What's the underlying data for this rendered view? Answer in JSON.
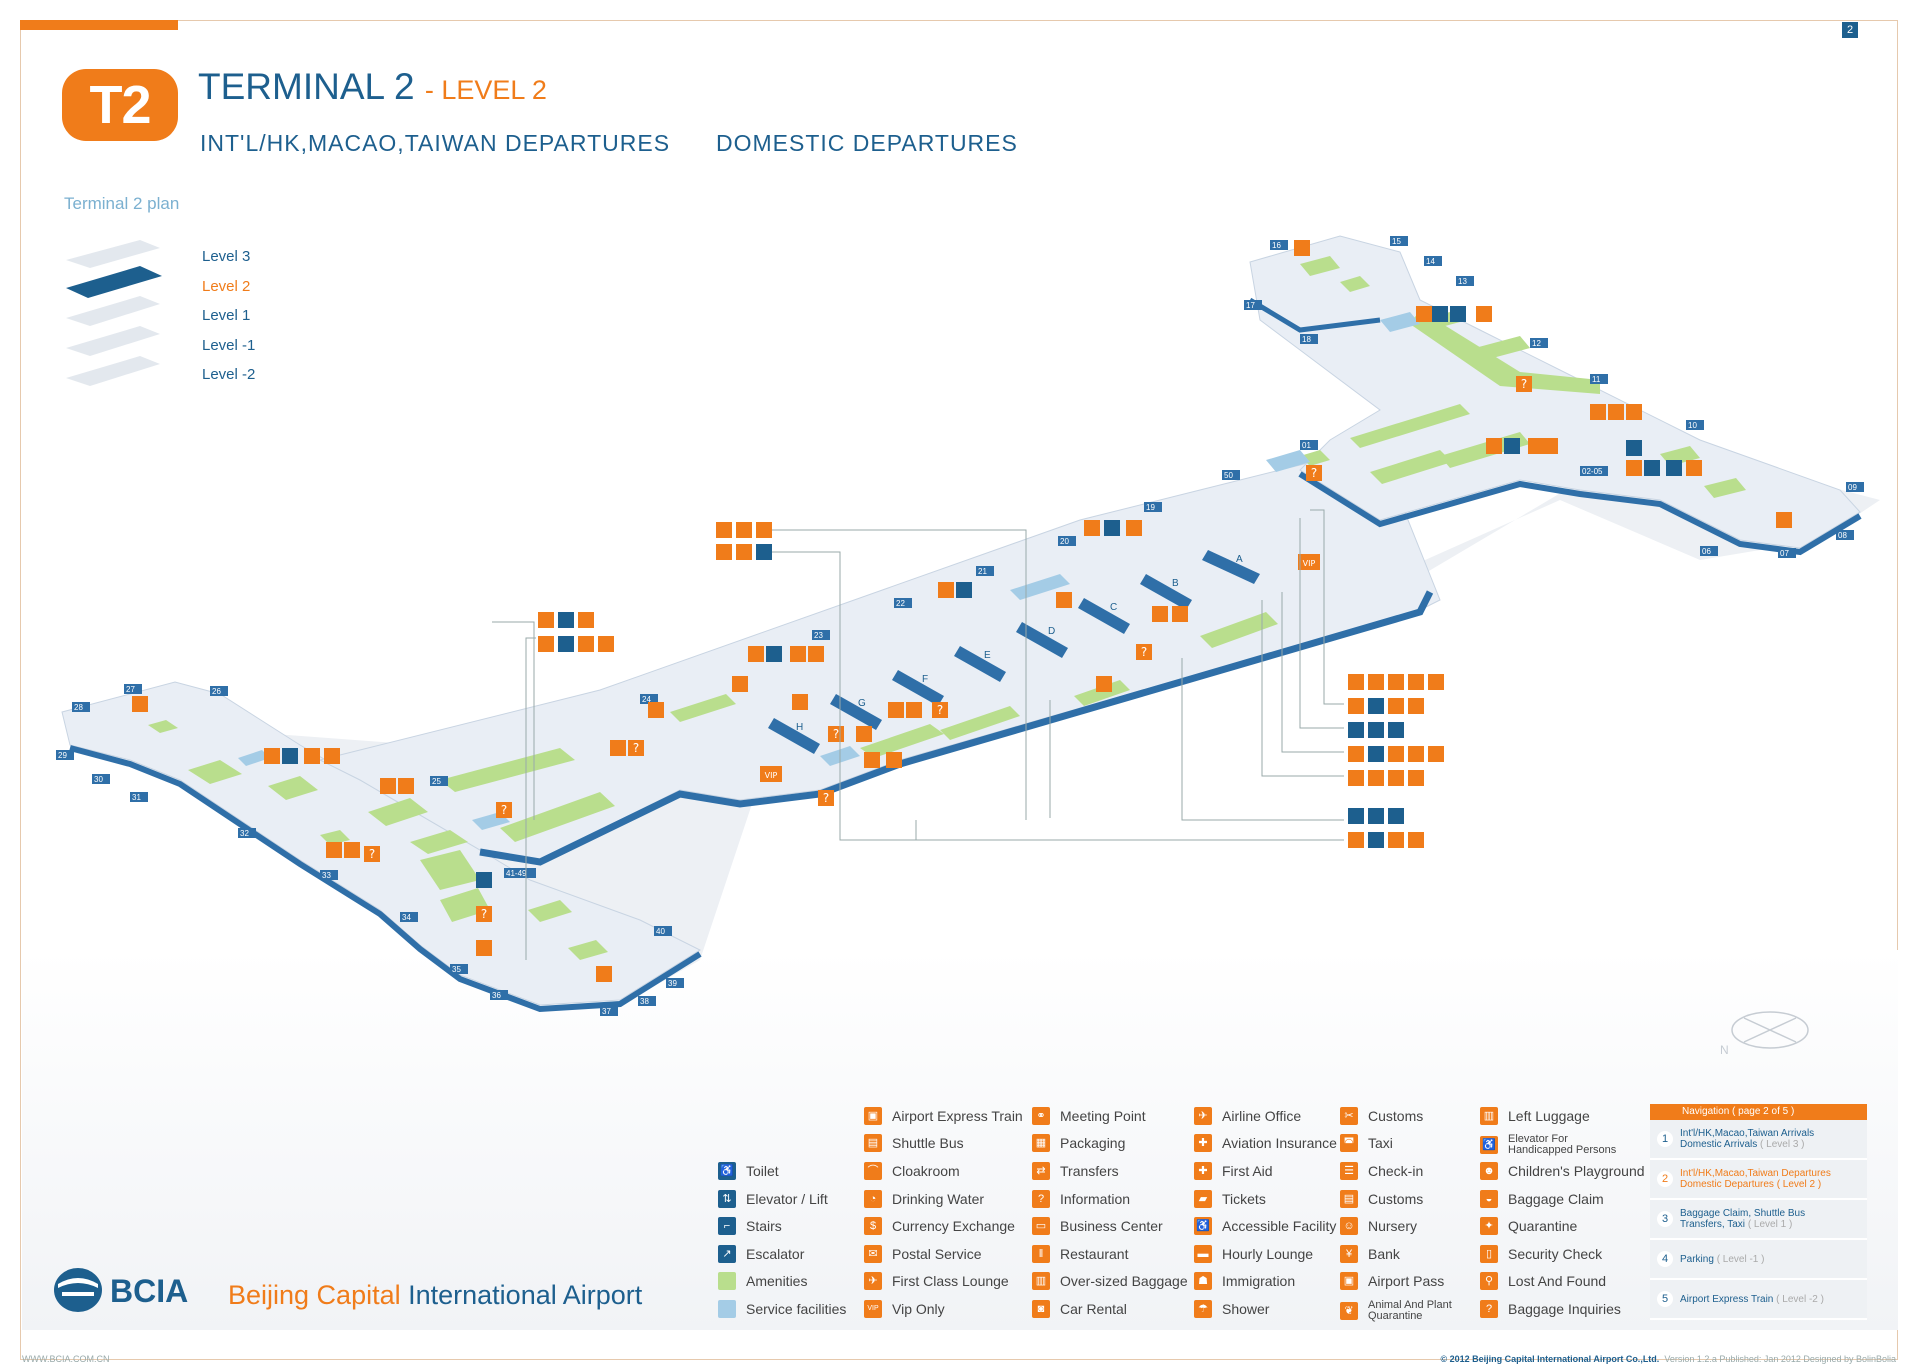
{
  "header": {
    "page_number": "2",
    "badge": "T2",
    "title": "TERMINAL 2",
    "level_suffix": "- LEVEL 2",
    "subtitle_left": "INT'L/HK,MACAO,TAIWAN DEPARTURES",
    "subtitle_right": "DOMESTIC DEPARTURES"
  },
  "plan": {
    "title": "Terminal 2 plan",
    "levels": [
      "Level 3",
      "Level 2",
      "Level 1",
      "Level -1",
      "Level -2"
    ],
    "active_level_index": 1
  },
  "map": {
    "gates": [
      "16",
      "15",
      "14",
      "13",
      "12",
      "11",
      "17",
      "18",
      "10",
      "09",
      "08",
      "07",
      "06",
      "02-05",
      "01",
      "50",
      "19",
      "20",
      "21",
      "22",
      "23",
      "24",
      "25",
      "26",
      "27",
      "28",
      "29",
      "30",
      "31",
      "32",
      "33",
      "34",
      "35",
      "36",
      "37",
      "38",
      "39",
      "40",
      "41-49"
    ],
    "checkin_counters": [
      "A",
      "B",
      "C",
      "D",
      "E",
      "F",
      "G",
      "H"
    ],
    "vip_label": "VIP",
    "info_glyph": "?",
    "compass_label": "N",
    "colors": {
      "floor": "#eef1f6",
      "edge": "#2f6fa8",
      "edge_dark": "#1e4f7d",
      "amenity": "#b9de8d",
      "service": "#a4cce6",
      "icon_orange": "#f07c1a",
      "icon_blue": "#1d5f8e"
    }
  },
  "legend": {
    "col0": [
      {
        "icon": "toilet-icon",
        "label": "Toilet",
        "style": "b"
      },
      {
        "icon": "elevator-icon",
        "label": "Elevator / Lift",
        "style": "b"
      },
      {
        "icon": "stairs-icon",
        "label": "Stairs",
        "style": "b"
      },
      {
        "icon": "escalator-icon",
        "label": "Escalator",
        "style": "b"
      },
      {
        "icon": "amenities-swatch",
        "label": "Amenities",
        "style": "g"
      },
      {
        "icon": "service-swatch",
        "label": "Service facilities",
        "style": "s"
      }
    ],
    "col1": [
      {
        "icon": "train-icon",
        "label": "Airport Express Train"
      },
      {
        "icon": "bus-icon",
        "label": "Shuttle Bus"
      },
      {
        "icon": "cloakroom-icon",
        "label": "Cloakroom"
      },
      {
        "icon": "water-icon",
        "label": "Drinking Water"
      },
      {
        "icon": "currency-icon",
        "label": "Currency Exchange"
      },
      {
        "icon": "mail-icon",
        "label": "Postal Service"
      },
      {
        "icon": "lounge-icon",
        "label": "First Class Lounge"
      },
      {
        "icon": "vip-icon",
        "label": "Vip Only"
      }
    ],
    "col2": [
      {
        "icon": "meeting-icon",
        "label": "Meeting Point"
      },
      {
        "icon": "packaging-icon",
        "label": "Packaging"
      },
      {
        "icon": "transfer-icon",
        "label": "Transfers"
      },
      {
        "icon": "info-icon",
        "label": "Information"
      },
      {
        "icon": "business-icon",
        "label": "Business Center"
      },
      {
        "icon": "restaurant-icon",
        "label": "Restaurant"
      },
      {
        "icon": "baggage-icon",
        "label": "Over-sized Baggage"
      },
      {
        "icon": "car-icon",
        "label": "Car Rental"
      }
    ],
    "col3": [
      {
        "icon": "airline-icon",
        "label": "Airline Office"
      },
      {
        "icon": "insurance-icon",
        "label": "Aviation Insurance"
      },
      {
        "icon": "firstaid-icon",
        "label": "First Aid"
      },
      {
        "icon": "ticket-icon",
        "label": "Tickets"
      },
      {
        "icon": "accessible-icon",
        "label": "Accessible Facility"
      },
      {
        "icon": "bed-icon",
        "label": "Hourly Lounge"
      },
      {
        "icon": "immigration-icon",
        "label": "Immigration"
      },
      {
        "icon": "shower-icon",
        "label": "Shower"
      }
    ],
    "col4": [
      {
        "icon": "customs-icon",
        "label": "Customs"
      },
      {
        "icon": "taxi-icon",
        "label": "Taxi"
      },
      {
        "icon": "checkin-icon",
        "label": "Check-in"
      },
      {
        "icon": "customs2-icon",
        "label": "Customs"
      },
      {
        "icon": "nursery-icon",
        "label": "Nursery"
      },
      {
        "icon": "bank-icon",
        "label": "Bank"
      },
      {
        "icon": "pass-icon",
        "label": "Airport Pass"
      },
      {
        "icon": "quarantine-plant-icon",
        "label": "Animal And Plant Quarantine",
        "small": true
      }
    ],
    "col5": [
      {
        "icon": "luggage-icon",
        "label": "Left Luggage"
      },
      {
        "icon": "elevator-hp-icon",
        "label": "Elevator For Handicapped Persons",
        "small": true
      },
      {
        "icon": "playground-icon",
        "label": "Children's Playground"
      },
      {
        "icon": "baggage-claim-icon",
        "label": "Baggage Claim"
      },
      {
        "icon": "quarantine-icon",
        "label": "Quarantine"
      },
      {
        "icon": "security-icon",
        "label": "Security Check"
      },
      {
        "icon": "lostfound-icon",
        "label": "Lost And Found"
      },
      {
        "icon": "inquiry-icon",
        "label": "Baggage Inquiries"
      }
    ]
  },
  "navigation": {
    "title": "Navigation ( page 2 of 5 )",
    "items": [
      {
        "num": "1",
        "line1": "Int'l/HK,Macao,Taiwan Arrivals",
        "line2": "Domestic Arrivals",
        "level": "( Level 3 )"
      },
      {
        "num": "2",
        "line1": "Int'l/HK,Macao,Taiwan Departures",
        "line2": "Domestic Departures",
        "level": "( Level 2 )"
      },
      {
        "num": "3",
        "line1": "Baggage Claim,  Shuttle Bus",
        "line2": "Transfers,  Taxi",
        "level": "( Level 1 )"
      },
      {
        "num": "4",
        "line1": "Parking",
        "line2": "",
        "level": "( Level -1 )"
      },
      {
        "num": "5",
        "line1": "Airport Express Train",
        "line2": "",
        "level": "( Level -2 )"
      }
    ],
    "active_index": 1
  },
  "brand": {
    "logo": "BCIA",
    "name_part1": "Beijing Capital",
    "name_part2": "International Airport"
  },
  "footer": {
    "website": "WWW.BCIA.COM.CN",
    "copyright": "© 2012 Beijing Capital International Airport Co.,Ltd.",
    "meta": "Version 1.2.a   Published: Jan 2012   Designed by BolinBolia"
  }
}
